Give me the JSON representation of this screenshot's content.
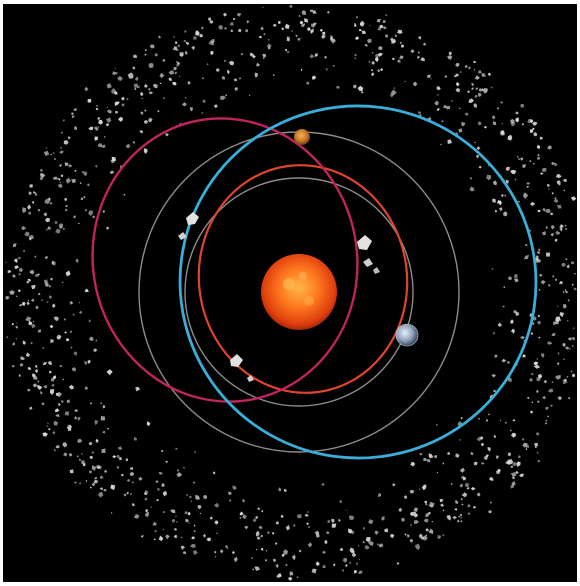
{
  "colors": {
    "frame_border": "#ffffff",
    "space": "#000000",
    "sun_core": "#ff8a2a",
    "sun_edge": "#d8340c",
    "orbit_ring": "#9a9a9a",
    "orbit_red": "#e0442c",
    "orbit_magenta": "#c0245e",
    "orbit_cyan": "#3aaed8",
    "asteroid": "#d6d6d6",
    "mars": "#c77a26",
    "earth": "#9fb0c6"
  },
  "elements": {
    "sun": {
      "icon": "sun-icon"
    },
    "earth": {
      "icon": "earth-planet-icon"
    },
    "mars": {
      "icon": "mars-planet-icon"
    },
    "asteroid_belt": {
      "icon": "asteroid-belt"
    },
    "near_earth_asteroids": {
      "icon": "asteroid-icon",
      "count": 3
    },
    "orbits": [
      {
        "name": "circular-orbit",
        "color": "#9a9a9a"
      },
      {
        "name": "red-orbit",
        "color": "#e0442c"
      },
      {
        "name": "magenta-orbit",
        "color": "#c0245e"
      },
      {
        "name": "cyan-orbit",
        "color": "#3aaed8"
      }
    ]
  }
}
